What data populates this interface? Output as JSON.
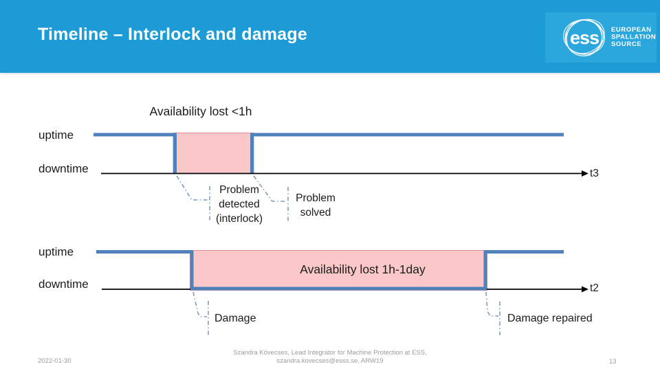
{
  "slide": {
    "title": "Timeline – Interlock and damage"
  },
  "logo": {
    "ess": "ess",
    "line1": "EUROPEAN",
    "line2": "SPALLATION",
    "line3": "SOURCE"
  },
  "timeline1": {
    "annotation": "Availability lost <1h",
    "uptime": "uptime",
    "downtime": "downtime",
    "axis_end": "t3",
    "detected_line1": "Problem",
    "detected_line2": "detected",
    "detected_line3": "(interlock)",
    "solved_line1": "Problem",
    "solved_line2": "solved"
  },
  "timeline2": {
    "uptime": "uptime",
    "downtime": "downtime",
    "axis_end": "t2",
    "box_label": "Availability lost 1h-1day",
    "damage": "Damage",
    "repaired": "Damage repaired"
  },
  "footer": {
    "date": "2022-01-30",
    "credit_line1": "Szandra Kövecses, Lead Integrator for Machine Protection at ESS,",
    "credit_line2": "szandra.kovecses@esss.se, ARW19",
    "page": "13"
  },
  "colors": {
    "header_blue": "#1C9BD6",
    "logo_panel_blue": "#2CA7DD",
    "accent_blue": "#4F81BD",
    "pink_fill": "#FBC8C9",
    "pink_border": "#DD9090",
    "callout_blue_gray": "#7F9AC0",
    "text_dark": "#1B1B1B",
    "footer_gray": "#9B9B9B"
  }
}
